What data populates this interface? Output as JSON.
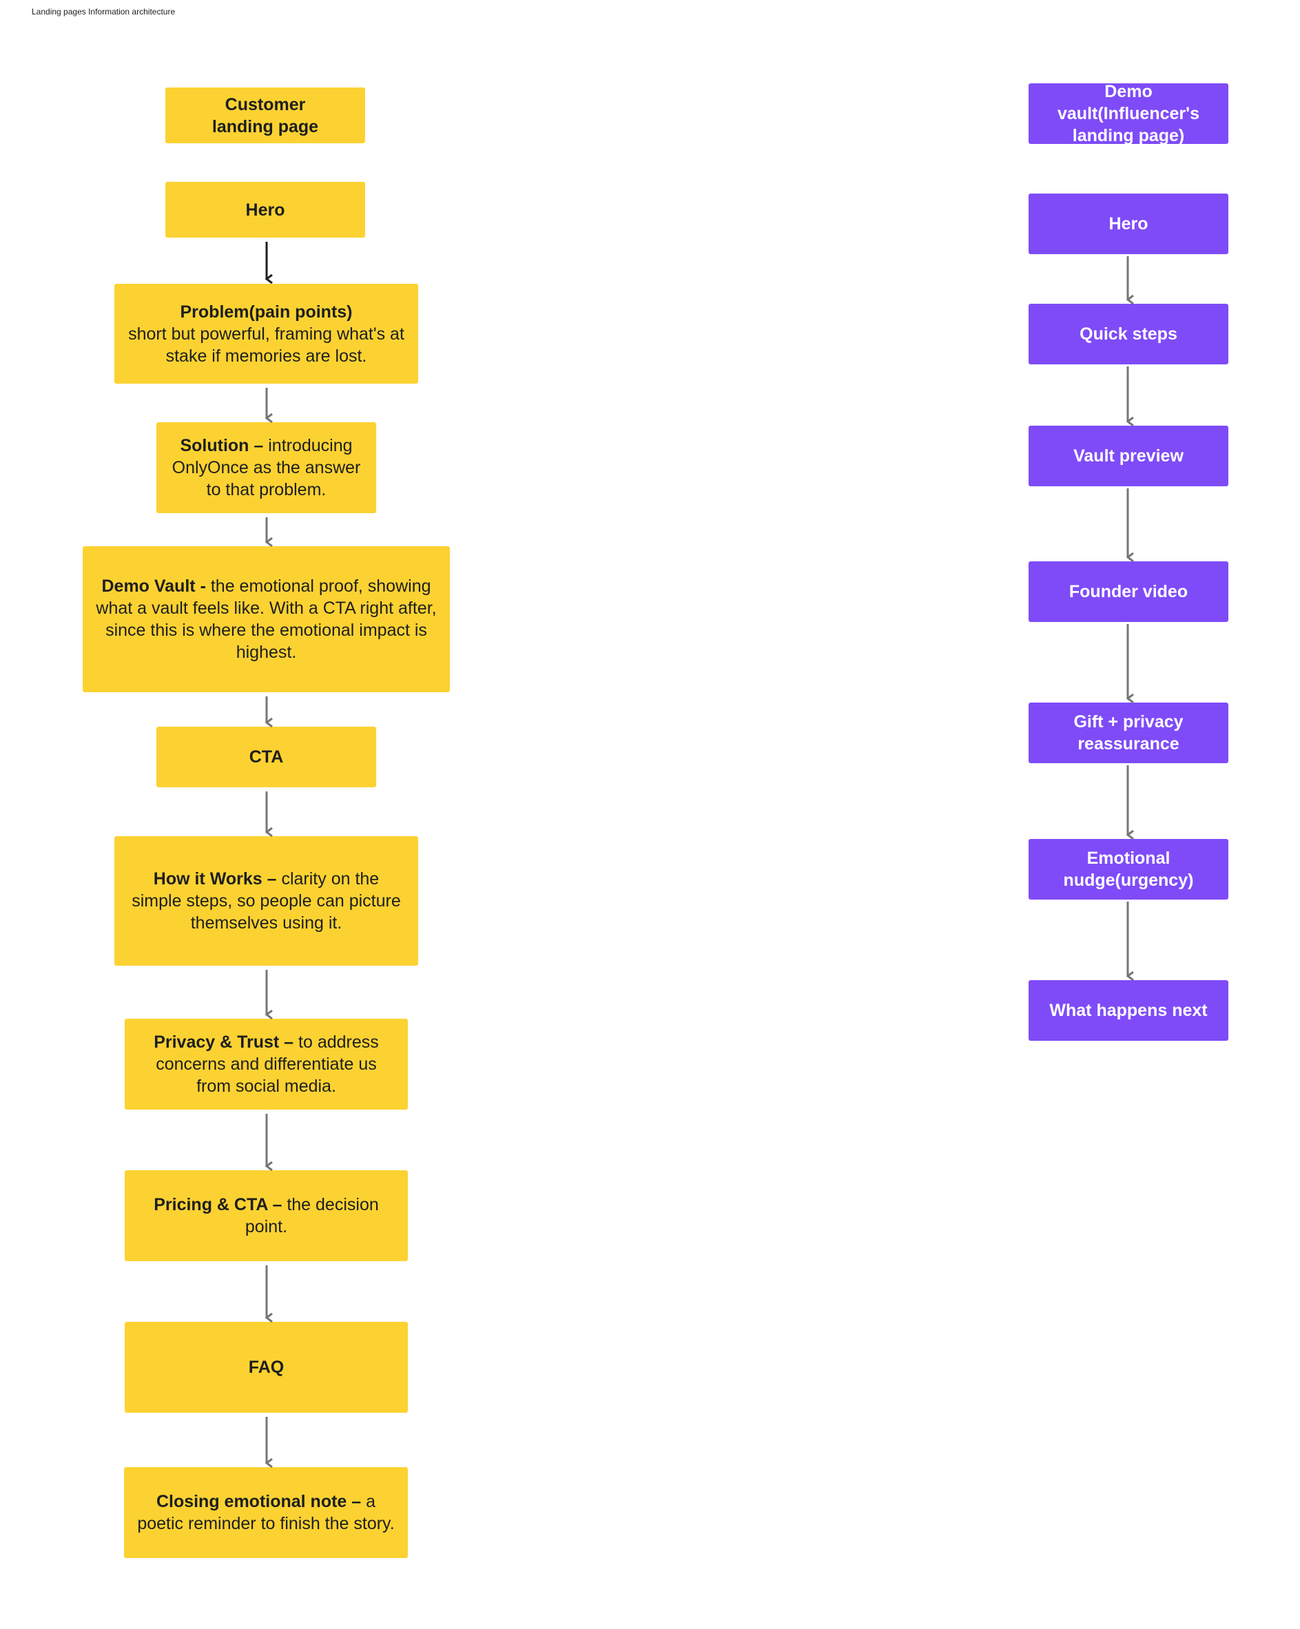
{
  "canvas_title": "Landing pages Information architecture",
  "customer_flow": [
    {
      "bold": "Customer landing page",
      "text": ""
    },
    {
      "bold": "Hero",
      "text": ""
    },
    {
      "bold": "Problem(pain points)",
      "text": "short but powerful, framing what's at stake if memories are lost."
    },
    {
      "bold": "Solution –",
      "text": "introducing OnlyOnce as the answer to that problem."
    },
    {
      "bold": "Demo Vault -",
      "text": "the emotional proof, showing what a vault feels like. With a CTA right after, since this is where the emotional impact is highest."
    },
    {
      "bold": "CTA",
      "text": ""
    },
    {
      "bold": "How it Works –",
      "text": "clarity on the simple steps, so people can picture themselves using it."
    },
    {
      "bold": "Privacy & Trust –",
      "text": "to address concerns and differentiate us from social media."
    },
    {
      "bold": "Pricing & CTA –",
      "text": "the decision point."
    },
    {
      "bold": "FAQ",
      "text": ""
    },
    {
      "bold": "Closing emotional note –",
      "text": "a poetic reminder to finish the story."
    }
  ],
  "influencer_flow": [
    {
      "label": "Demo vault(Influencer's landing page)"
    },
    {
      "label": "Hero"
    },
    {
      "label": "Quick steps"
    },
    {
      "label": "Vault preview"
    },
    {
      "label": "Founder video"
    },
    {
      "label": "Gift + privacy reassurance"
    },
    {
      "label": "Emotional nudge(urgency)"
    },
    {
      "label": "What happens next"
    }
  ],
  "colors": {
    "customer_box": "#fcd232",
    "influencer_box": "#7f4bf8",
    "arrow": "#757575",
    "first_arrow": "#1e1e1e"
  }
}
